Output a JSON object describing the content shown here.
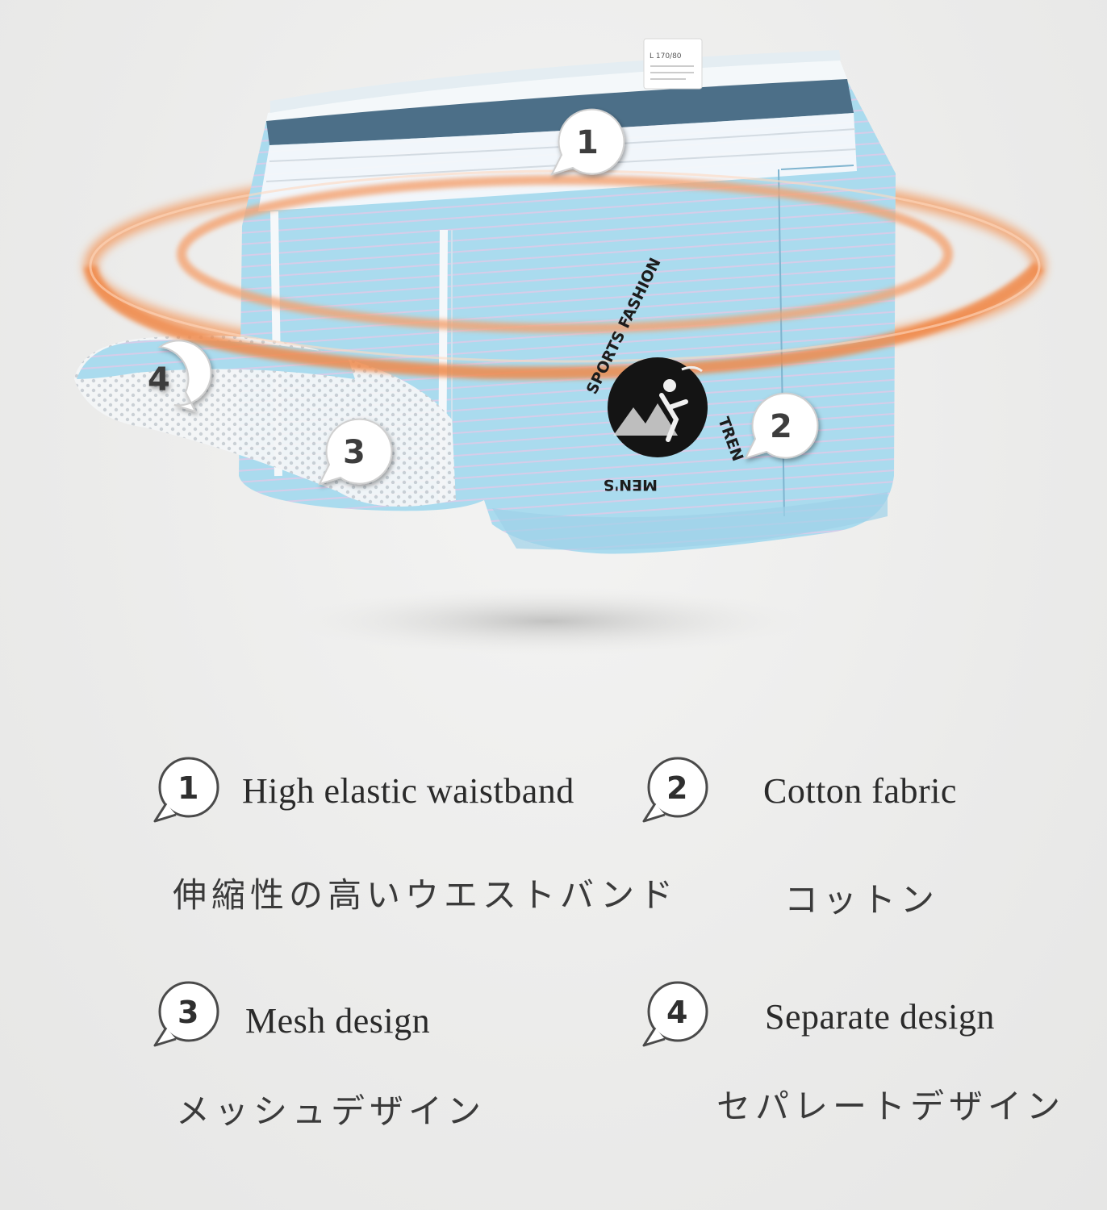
{
  "product": {
    "size_tag": "L 170/80",
    "logo_text_top": "SPORTS FASHION",
    "logo_text_right": "TREN",
    "logo_text_bottom": "MEN'S"
  },
  "callouts": [
    {
      "number": "1"
    },
    {
      "number": "2"
    },
    {
      "number": "3"
    },
    {
      "number": "4"
    }
  ],
  "features": [
    {
      "number": "1",
      "en": "High elastic waistband",
      "jp": "伸縮性の高いウエストバンド"
    },
    {
      "number": "2",
      "en": "Cotton fabric",
      "jp": "コットン"
    },
    {
      "number": "3",
      "en": "Mesh design",
      "jp": "メッシュデザイン"
    },
    {
      "number": "4",
      "en": "Separate design",
      "jp": "セパレートデザイン"
    }
  ],
  "colors": {
    "fabric": "#a9dcf0",
    "stripe": "#d9c9e8",
    "waistband_dark": "#4b6e86",
    "glow_ring": "#f08a4b",
    "background": "#ededec"
  }
}
